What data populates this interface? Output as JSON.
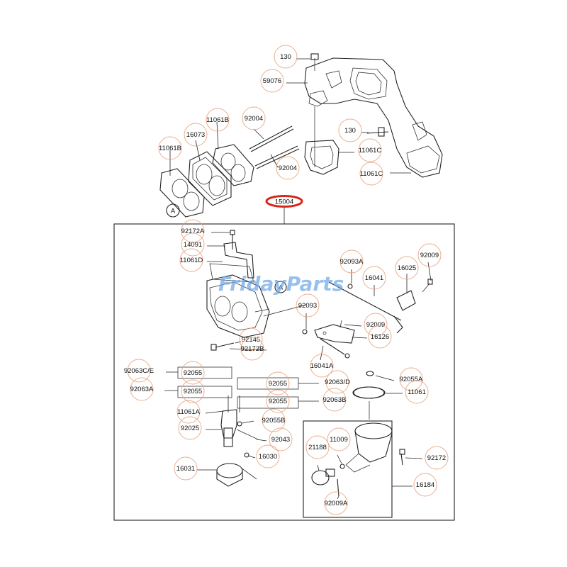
{
  "watermark": "FridayParts",
  "callout_a": "A",
  "assembly_label": "15004",
  "labels": [
    {
      "id": "l130a",
      "text": "130"
    },
    {
      "id": "l59076",
      "text": "59076"
    },
    {
      "id": "l11061b1",
      "text": "11061B"
    },
    {
      "id": "l92004a",
      "text": "92004"
    },
    {
      "id": "l16073",
      "text": "16073"
    },
    {
      "id": "l11061b2",
      "text": "11061B"
    },
    {
      "id": "l130b",
      "text": "130"
    },
    {
      "id": "l92004b",
      "text": "92004"
    },
    {
      "id": "l11061c1",
      "text": "11061C"
    },
    {
      "id": "l11061c2",
      "text": "11061C"
    },
    {
      "id": "l92172a",
      "text": "92172A"
    },
    {
      "id": "l14091",
      "text": "14091"
    },
    {
      "id": "l11061d",
      "text": "11061D"
    },
    {
      "id": "l92093a",
      "text": "92093A"
    },
    {
      "id": "l16025",
      "text": "16025"
    },
    {
      "id": "l92009a",
      "text": "92009"
    },
    {
      "id": "l16041",
      "text": "16041"
    },
    {
      "id": "l92093",
      "text": "92093"
    },
    {
      "id": "l92009b",
      "text": "92009"
    },
    {
      "id": "l16126",
      "text": "16126"
    },
    {
      "id": "l92145",
      "text": "92145"
    },
    {
      "id": "l92172b",
      "text": "92172B"
    },
    {
      "id": "l16041a",
      "text": "16041A"
    },
    {
      "id": "l92063ce",
      "text": "92063C/E"
    },
    {
      "id": "l92055a",
      "text": "92055"
    },
    {
      "id": "l92055aa",
      "text": "92055A"
    },
    {
      "id": "l92063a",
      "text": "92063A"
    },
    {
      "id": "l92055b",
      "text": "92055"
    },
    {
      "id": "l92055c",
      "text": "92055"
    },
    {
      "id": "l92063d",
      "text": "92063/D"
    },
    {
      "id": "l11061",
      "text": "11061"
    },
    {
      "id": "l92055d",
      "text": "92055"
    },
    {
      "id": "l92063b",
      "text": "92063B"
    },
    {
      "id": "l11061a",
      "text": "11061A"
    },
    {
      "id": "l92055bb",
      "text": "92055B"
    },
    {
      "id": "l92025",
      "text": "92025"
    },
    {
      "id": "l92043",
      "text": "92043"
    },
    {
      "id": "l21188",
      "text": "21188"
    },
    {
      "id": "l11009",
      "text": "11009"
    },
    {
      "id": "l92172",
      "text": "92172"
    },
    {
      "id": "l16030",
      "text": "16030"
    },
    {
      "id": "l16031",
      "text": "16031"
    },
    {
      "id": "l16184",
      "text": "16184"
    },
    {
      "id": "l92009aa",
      "text": "92009A"
    }
  ]
}
